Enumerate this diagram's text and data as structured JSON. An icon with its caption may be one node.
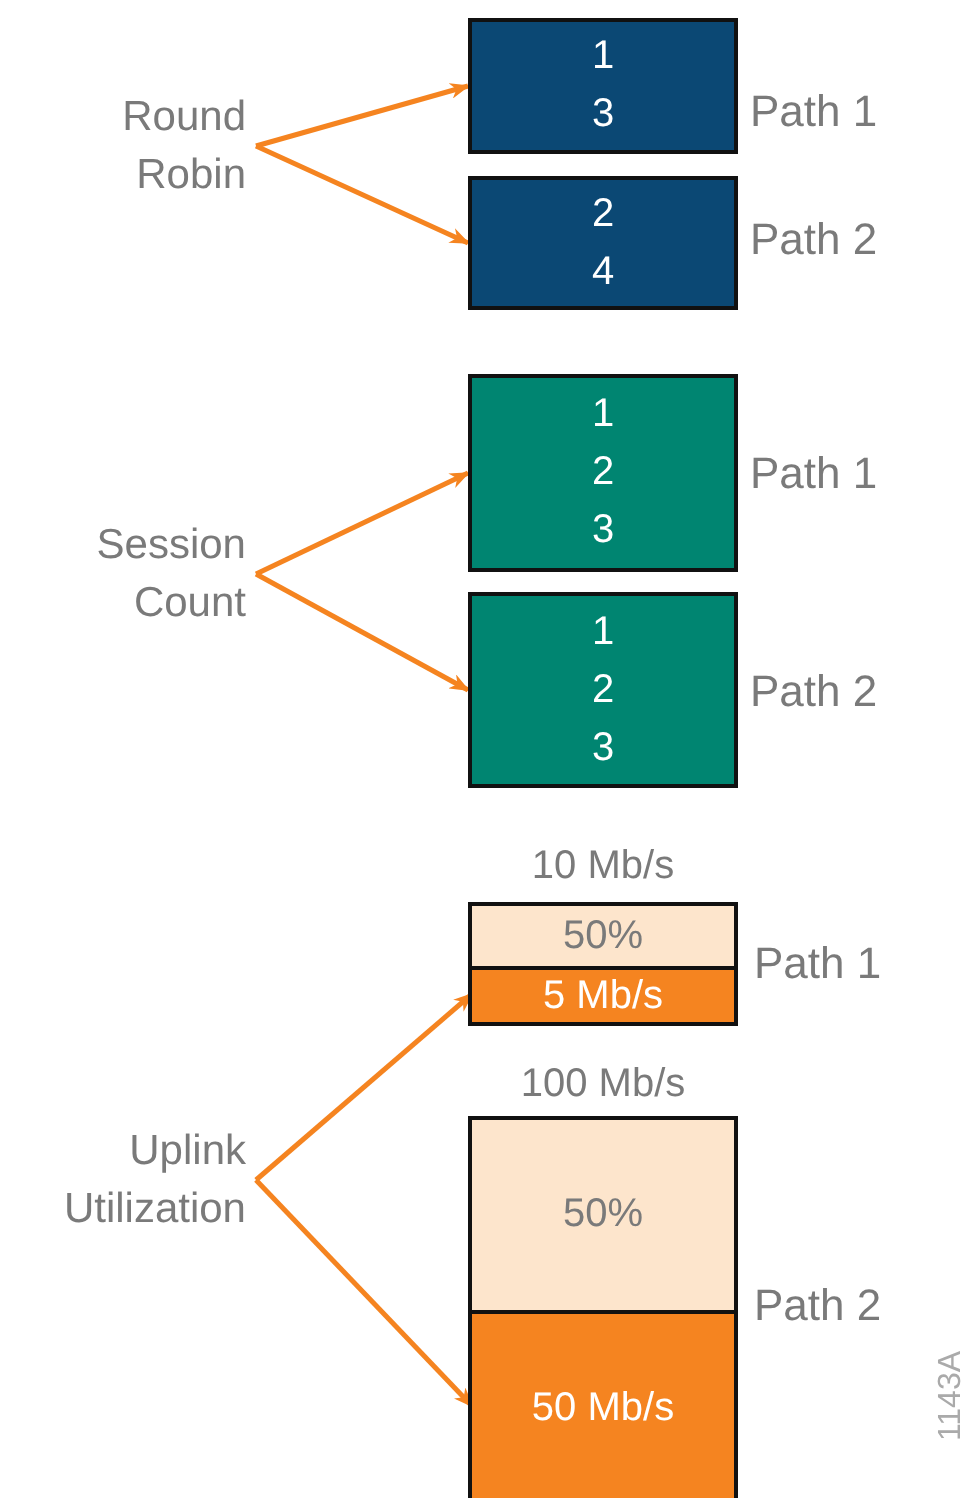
{
  "diagram": {
    "nodes": [
      {
        "text": [
          "Round Robin"
        ]
      },
      {
        "text": [
          "1",
          "3"
        ],
        "beside": [
          "Path 1"
        ]
      },
      {
        "text": [
          "2",
          "4"
        ],
        "beside": [
          "Path 2"
        ]
      },
      {
        "text": [
          "Session Count"
        ]
      },
      {
        "text": [
          "1",
          "2",
          "3"
        ],
        "beside": [
          "Path 1"
        ]
      },
      {
        "text": [
          "1",
          "2",
          "3"
        ],
        "beside": [
          "Path 2"
        ]
      },
      {
        "text": [
          "Uplink Utilization"
        ]
      },
      {
        "text": [
          "10 Mb/s"
        ],
        "beside": [
          "Path 1"
        ]
      },
      {
        "text": [
          "50%"
        ],
        "in": 7
      },
      {
        "text": [
          "5 Mb/s"
        ],
        "in": 7
      },
      {
        "text": [
          "100 Mb/s"
        ],
        "beside": [
          "Path 2"
        ]
      },
      {
        "text": [
          "50%"
        ],
        "in": 10
      },
      {
        "text": [
          "50 Mb/s"
        ],
        "in": 10
      }
    ],
    "edges": [
      {
        "from": 0,
        "to": 1,
        "arrow": "to"
      },
      {
        "from": 0,
        "to": 2,
        "arrow": "to"
      },
      {
        "from": 3,
        "to": 4,
        "arrow": "to"
      },
      {
        "from": 3,
        "to": 5,
        "arrow": "to"
      },
      {
        "from": 6,
        "to": 9,
        "arrow": "to"
      },
      {
        "from": 6,
        "to": 12,
        "arrow": "to"
      }
    ],
    "labels": [
      "1143A"
    ]
  }
}
